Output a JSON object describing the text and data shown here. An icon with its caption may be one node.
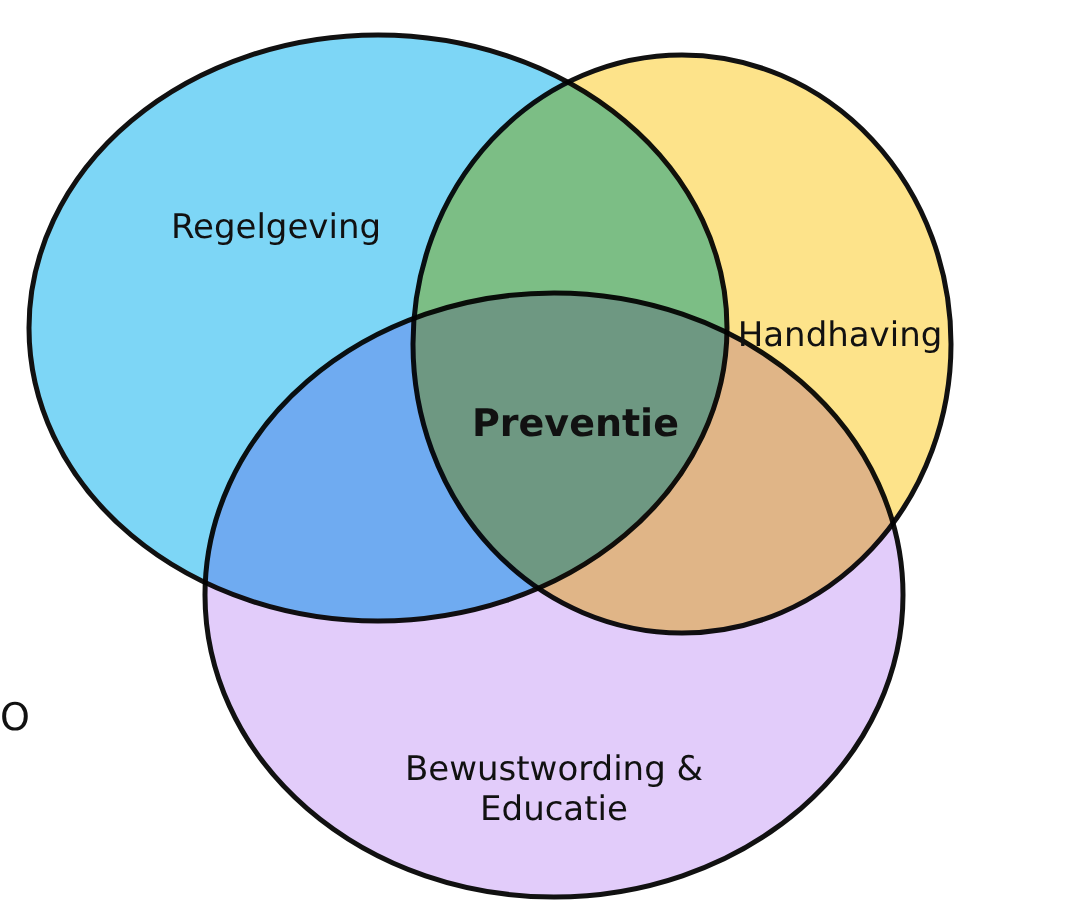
{
  "diagram": {
    "nodes": [
      {
        "text": [
          "Regelgeving"
        ]
      },
      {
        "text": [
          "Handhaving"
        ]
      },
      {
        "text": [
          "Bewustwording & Educatie"
        ]
      }
    ],
    "labels": [
      "Preventie",
      "O"
    ]
  }
}
